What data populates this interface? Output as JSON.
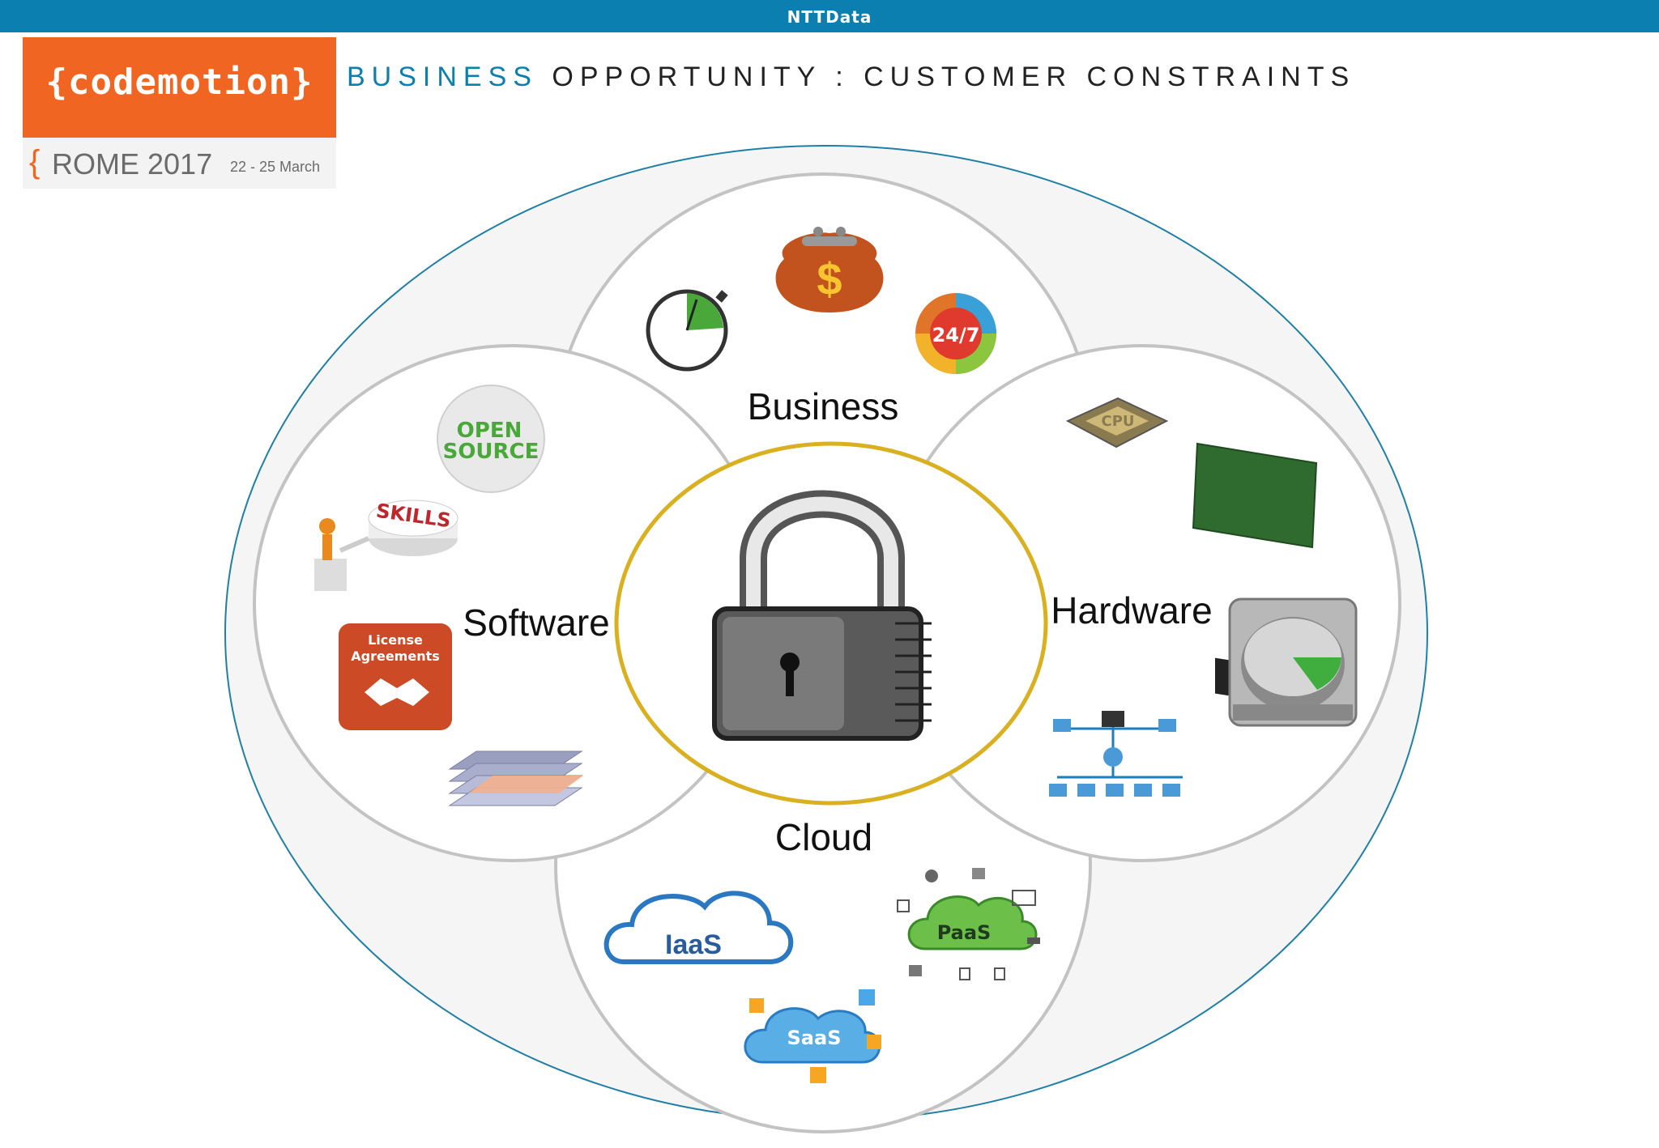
{
  "header": {
    "brand": "NTTData"
  },
  "logo": {
    "wordmark": "{codemotion}",
    "brace": "{",
    "city": "ROME 2017",
    "dates": "22 - 25 March"
  },
  "title": {
    "accent": "BUSINESS",
    "rest": "OPPORTUNITY : CUSTOMER CONSTRAINTS"
  },
  "diagram": {
    "center_icon": "padlock-icon",
    "groups": {
      "business": {
        "label": "Business",
        "icons": [
          "stopwatch-icon",
          "money-purse-icon",
          "24-7-icon"
        ],
        "badge": "24/7"
      },
      "software": {
        "label": "Software",
        "icons": [
          "open-source-sphere-icon",
          "skills-icon",
          "license-agreements-icon",
          "layers-icon"
        ],
        "open_source": [
          "OPEN",
          "SOURCE"
        ],
        "skills": "SKILLS",
        "license": [
          "License",
          "Agreements"
        ]
      },
      "hardware": {
        "label": "Hardware",
        "icons": [
          "cpu-icon",
          "ram-module-icon",
          "hard-disk-icon",
          "network-icon"
        ],
        "cpu": "CPU"
      },
      "cloud": {
        "label": "Cloud",
        "icons": [
          "iaas-cloud-icon",
          "saas-cloud-icon",
          "paas-cloud-icon"
        ],
        "iaas": "IaaS",
        "saas": "SaaS",
        "paas": "PaaS"
      }
    }
  }
}
